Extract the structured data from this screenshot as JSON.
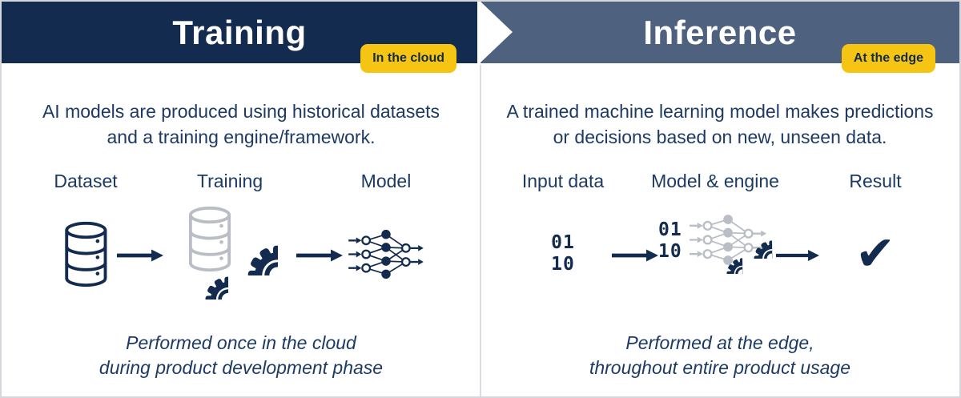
{
  "colors": {
    "navy": "#132B4E",
    "slate": "#4E6280",
    "yellow": "#F6C513",
    "text-navy": "#1C3A64",
    "icon-gray": "#B9BDC5",
    "border-gray": "#D5D7DD"
  },
  "icons": {
    "checkmark": "✔"
  },
  "left_panel": {
    "title": "Training",
    "badge": "In the cloud",
    "description_line1": "AI models are produced using historical datasets",
    "description_line2": "and a training engine/framework.",
    "stations": [
      {
        "label": "Dataset",
        "icon": "database-icon"
      },
      {
        "label": "Training",
        "icon": "training-gears-icon"
      },
      {
        "label": "Model",
        "icon": "neural-network-icon"
      }
    ],
    "footer_line1": "Performed once in the cloud",
    "footer_line2": "during product development phase"
  },
  "right_panel": {
    "title": "Inference",
    "badge": "At the edge",
    "description_line1": "A trained machine learning model makes predictions",
    "description_line2": "or decisions based on new, unseen data.",
    "stations": [
      {
        "label": "Input data",
        "icon": "binary-input-icon"
      },
      {
        "label": "Model & engine",
        "icon": "model-engine-icon"
      },
      {
        "label": "Result",
        "icon": "checkmark-icon"
      }
    ],
    "binary": {
      "line1": "01",
      "line2": "10"
    },
    "footer_line1": "Performed at the edge,",
    "footer_line2": "throughout entire product usage"
  }
}
